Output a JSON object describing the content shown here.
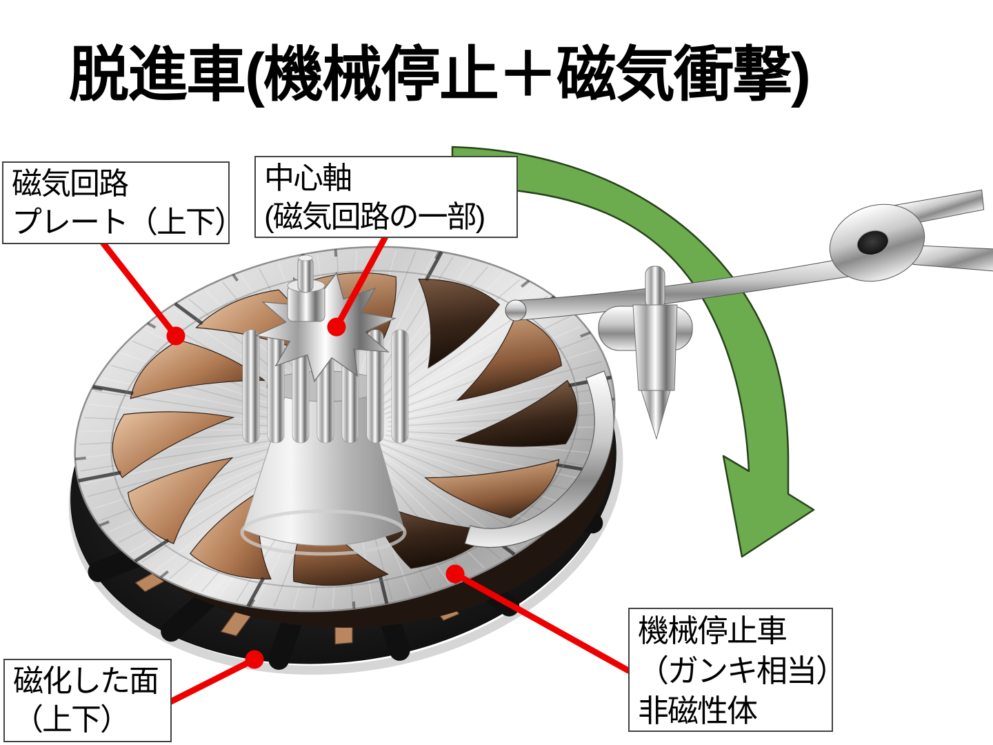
{
  "title": "脱進車(機械停止＋磁気衝撃)",
  "callouts": {
    "magnetic_circuit_plate": {
      "lines": [
        "磁気回路",
        "プレート（上下）"
      ]
    },
    "center_shaft": {
      "lines": [
        "中心軸",
        "(磁気回路の一部)"
      ]
    },
    "magnetized_face": {
      "lines": [
        "磁化した面",
        "（上下）"
      ]
    },
    "mechanical_stop_wheel": {
      "lines": [
        "機械停止車",
        "（ガンキ相当）",
        "非磁性体"
      ]
    }
  },
  "colors": {
    "background": "#ffffff",
    "title_text": "#000000",
    "callout_bg": "#ffffff",
    "callout_border": "#404040",
    "callout_text": "#000000",
    "leader_red": "#ee0000",
    "arrow_green": "#6dac4e",
    "arrow_outline": "#26421a",
    "wheel_silver": "#c9c9c9",
    "wheel_copper": "#b07a52",
    "wheel_dark": "#1c1c1c"
  }
}
